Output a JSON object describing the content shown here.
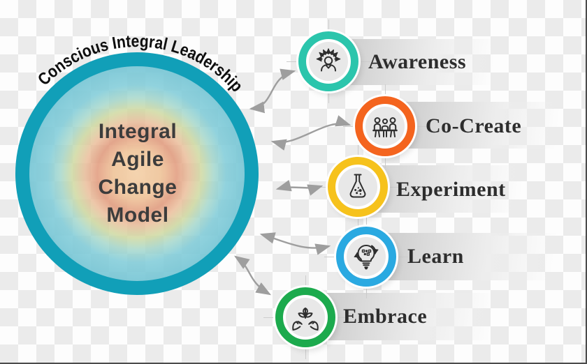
{
  "arc_title": "Conscious Integral Leadership",
  "core": {
    "lines": [
      "Integral",
      "Agile",
      "Change",
      "Model"
    ]
  },
  "steps": [
    {
      "label": "Awareness",
      "ring_color": "#2BC5AC",
      "icon": "person-radiating-ideas-icon"
    },
    {
      "label": "Co-Create",
      "ring_color": "#F4641E",
      "icon": "meeting-table-icon"
    },
    {
      "label": "Experiment",
      "ring_color": "#F6C21C",
      "icon": "flask-icon"
    },
    {
      "label": "Learn",
      "ring_color": "#2AA9E1",
      "icon": "lightbulb-circuit-icon"
    },
    {
      "label": "Embrace",
      "ring_color": "#1CAA4D",
      "icon": "hands-sprout-icon"
    }
  ],
  "colors": {
    "big_circle_ring": "#119FB8",
    "connector_arrow": "#9E9E9E",
    "label_text": "#2D2D2D",
    "core_text": "#3C3C3C",
    "checker_light": "#FDFDFD",
    "checker_dark": "#EBEBEB"
  }
}
